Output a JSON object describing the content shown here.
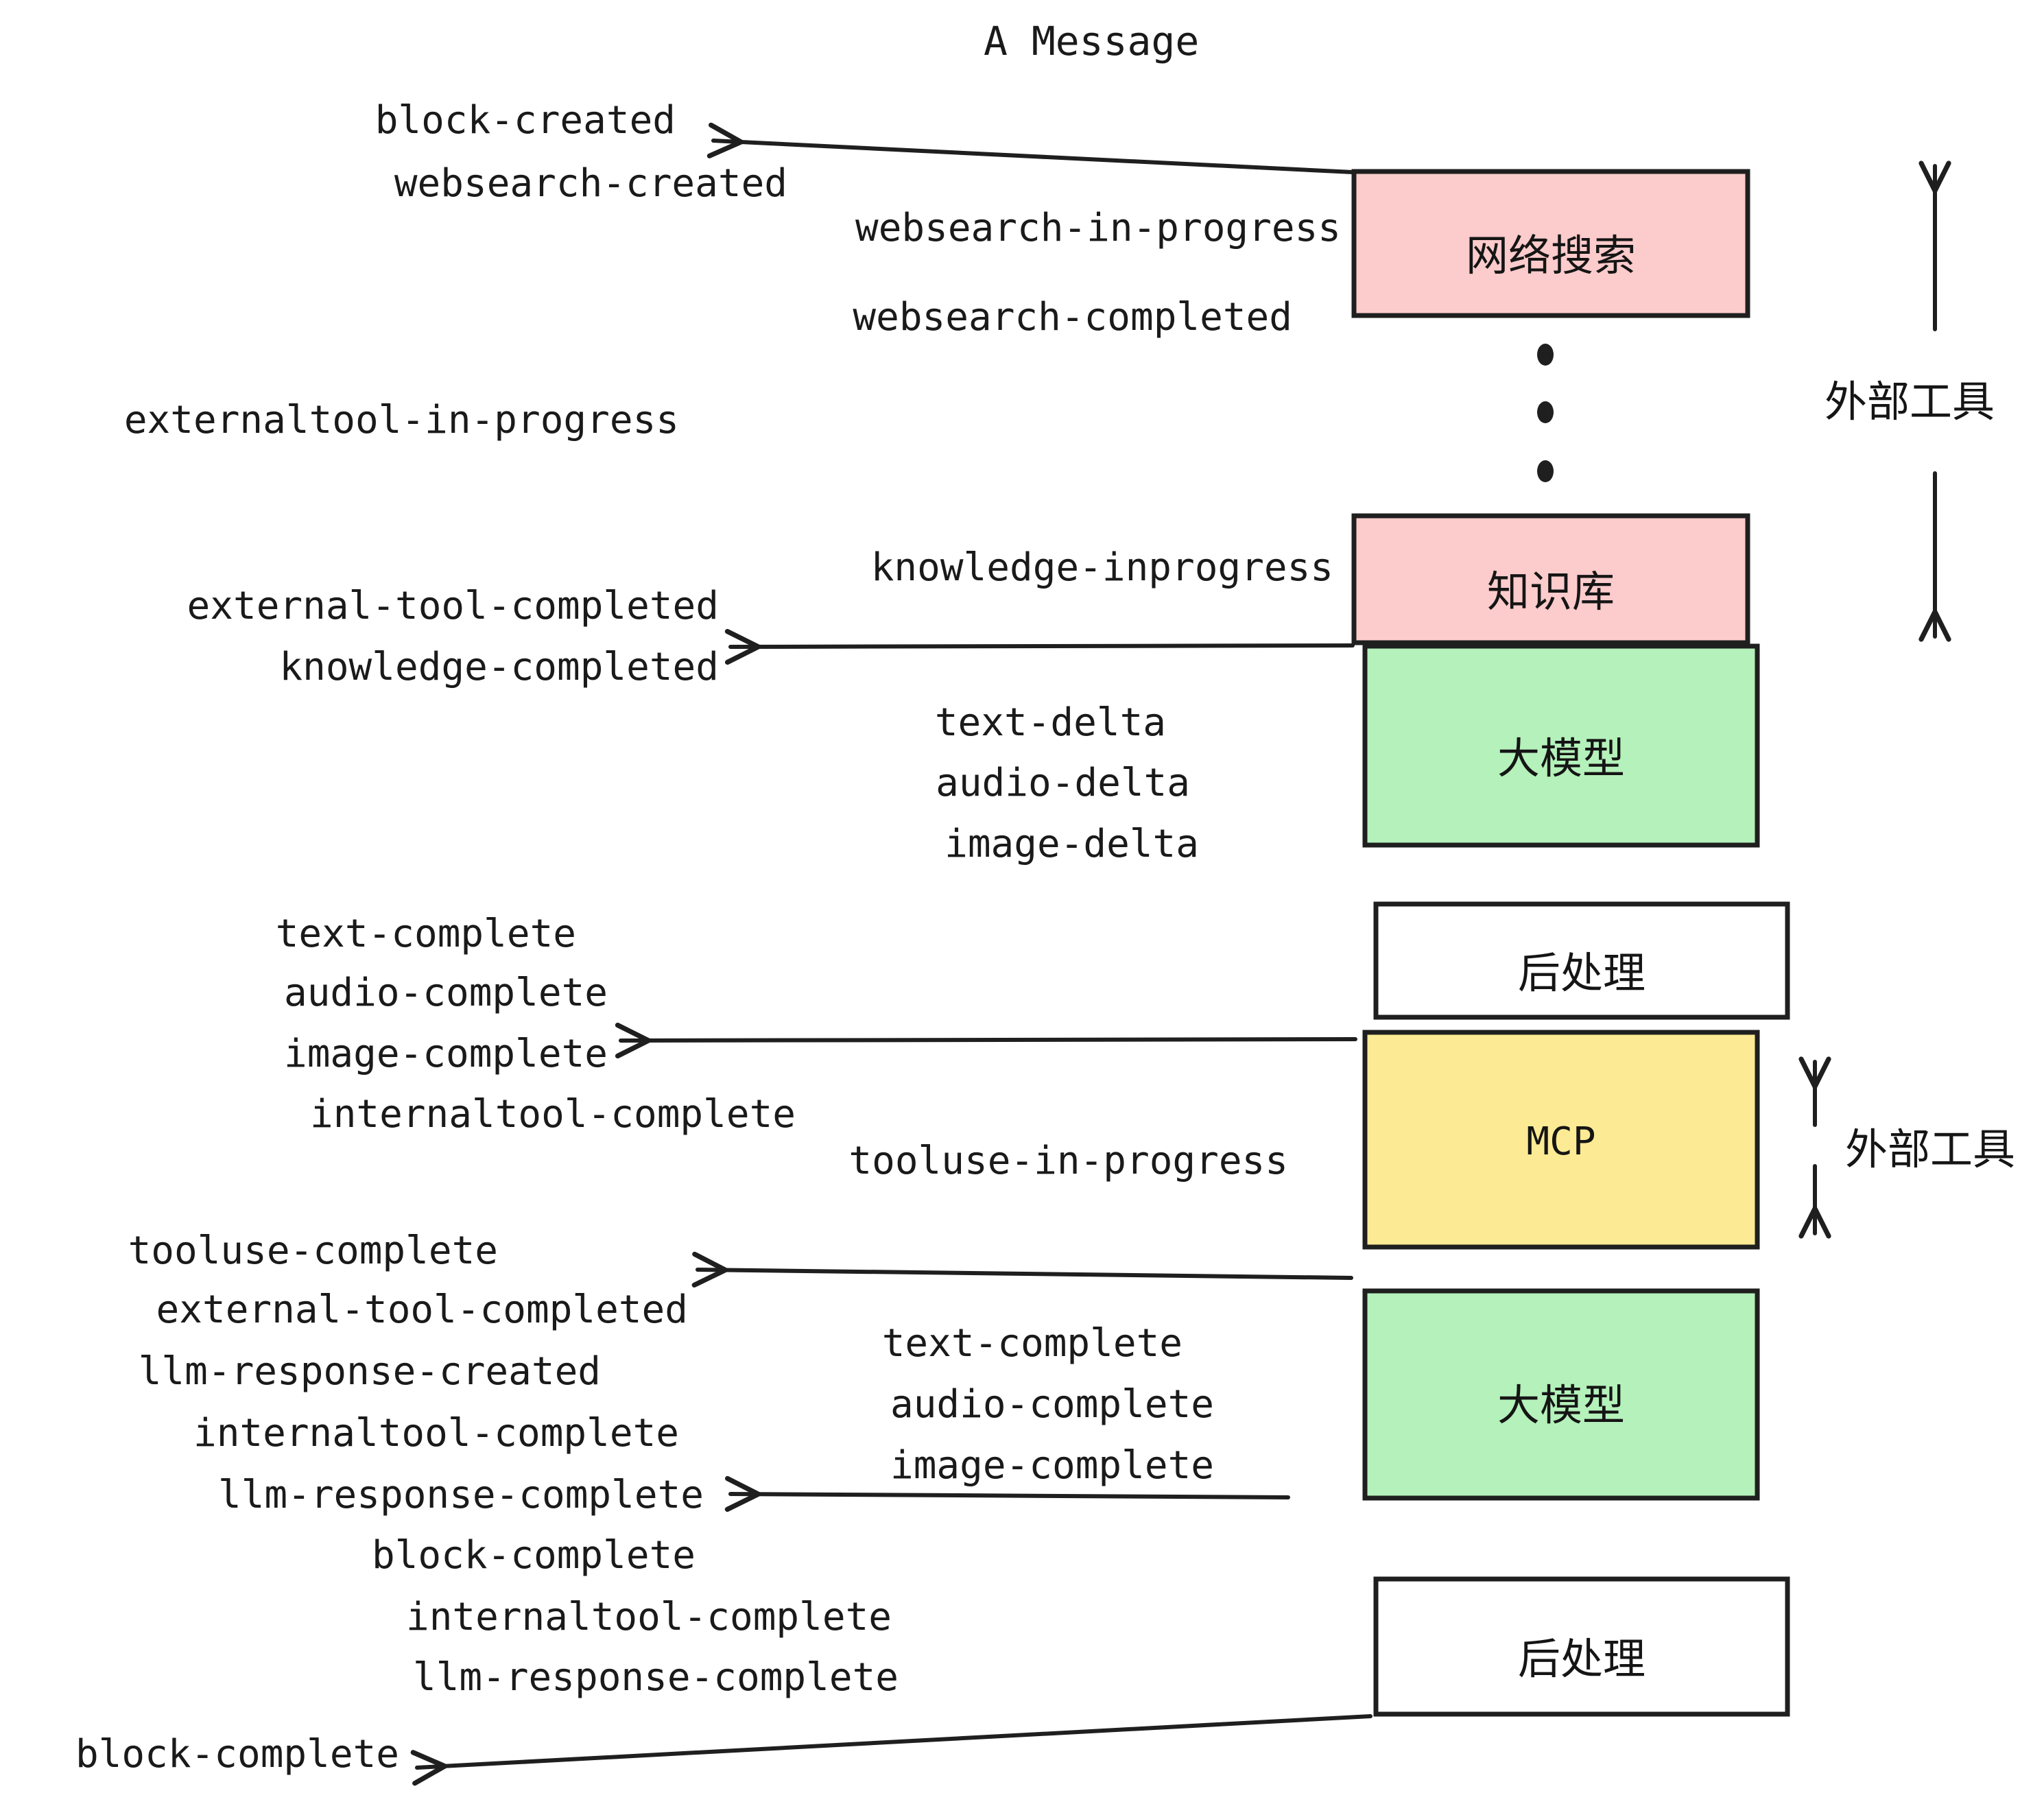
{
  "diagram": {
    "title": "A Message",
    "colors": {
      "pink": "#FCCBCB",
      "green": "#B5F1BB",
      "yellow": "#FCEB94",
      "white": "#FFFFFF",
      "stroke": "#1F1F1F",
      "text": "#1A1A1A",
      "background": "#FFFFFF"
    },
    "nodes": [
      {
        "id": "websearch",
        "label": "网络搜索",
        "fill": "pink"
      },
      {
        "id": "knowledge",
        "label": "知识库",
        "fill": "pink"
      },
      {
        "id": "llm-1",
        "label": "大模型",
        "fill": "green"
      },
      {
        "id": "postprocess-1",
        "label": "后处理",
        "fill": "white"
      },
      {
        "id": "mcp",
        "label": "MCP",
        "fill": "yellow"
      },
      {
        "id": "llm-2",
        "label": "大模型",
        "fill": "green"
      },
      {
        "id": "postprocess-2",
        "label": "后处理",
        "fill": "white"
      }
    ],
    "vertical_brackets": [
      {
        "id": "external-tools-top",
        "label": "外部工具"
      },
      {
        "id": "external-tools-bottom",
        "label": "外部工具"
      }
    ],
    "ellipsis_dots": 3,
    "events": [
      {
        "id": "e01",
        "text": "block-created"
      },
      {
        "id": "e02",
        "text": "websearch-created"
      },
      {
        "id": "e03",
        "text": "websearch-in-progress"
      },
      {
        "id": "e04",
        "text": "websearch-completed"
      },
      {
        "id": "e05",
        "text": "externaltool-in-progress"
      },
      {
        "id": "e06",
        "text": "knowledge-inprogress"
      },
      {
        "id": "e07",
        "text": "external-tool-completed"
      },
      {
        "id": "e08",
        "text": "knowledge-completed"
      },
      {
        "id": "e09",
        "text": "text-delta"
      },
      {
        "id": "e10",
        "text": "audio-delta"
      },
      {
        "id": "e11",
        "text": "image-delta"
      },
      {
        "id": "e12",
        "text": "text-complete"
      },
      {
        "id": "e13",
        "text": "audio-complete"
      },
      {
        "id": "e14",
        "text": "image-complete"
      },
      {
        "id": "e15",
        "text": "internaltool-complete"
      },
      {
        "id": "e16",
        "text": "tooluse-in-progress"
      },
      {
        "id": "e17",
        "text": "tooluse-complete"
      },
      {
        "id": "e18",
        "text": "external-tool-completed"
      },
      {
        "id": "e19",
        "text": "llm-response-created"
      },
      {
        "id": "e20",
        "text": "text-complete"
      },
      {
        "id": "e21",
        "text": "audio-complete"
      },
      {
        "id": "e22",
        "text": "image-complete"
      },
      {
        "id": "e23",
        "text": "internaltool-complete"
      },
      {
        "id": "e24",
        "text": "llm-response-complete"
      },
      {
        "id": "e25",
        "text": "block-complete"
      }
    ]
  }
}
